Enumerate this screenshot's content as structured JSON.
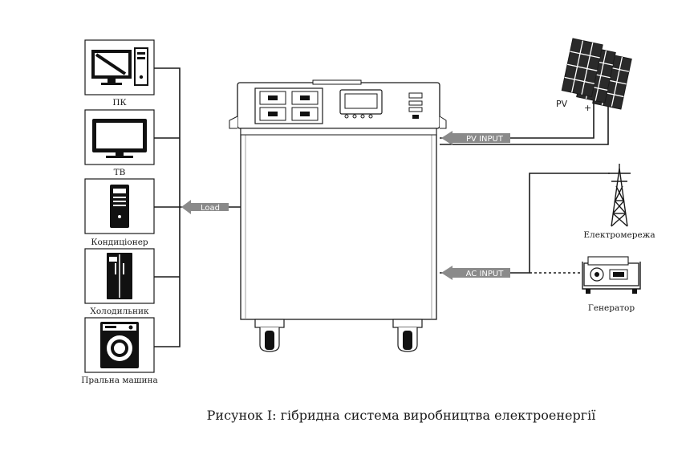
{
  "diagram": {
    "caption": "Рисунок I: гібридна система виробництва електроенергії",
    "appliances": [
      {
        "label": "ПК",
        "icon": "pc-icon"
      },
      {
        "label": "ТВ",
        "icon": "tv-icon"
      },
      {
        "label": "Кондиціонер",
        "icon": "air-conditioner-icon"
      },
      {
        "label": "Холодильник",
        "icon": "refrigerator-icon"
      },
      {
        "label": "Пральна машина",
        "icon": "washing-machine-icon"
      }
    ],
    "load_arrow": "Load",
    "pv_input_arrow": "PV INPUT",
    "ac_input_arrow": "AC INPUT",
    "pv": {
      "label": "PV",
      "plus": "+",
      "minus": "-"
    },
    "grid_label": "Електромережа",
    "generator_label": "Генератор"
  },
  "colors": {
    "line": "#1a1a1a",
    "arrow_fill": "#8a8a8a",
    "panel": "#2a2a2a"
  }
}
